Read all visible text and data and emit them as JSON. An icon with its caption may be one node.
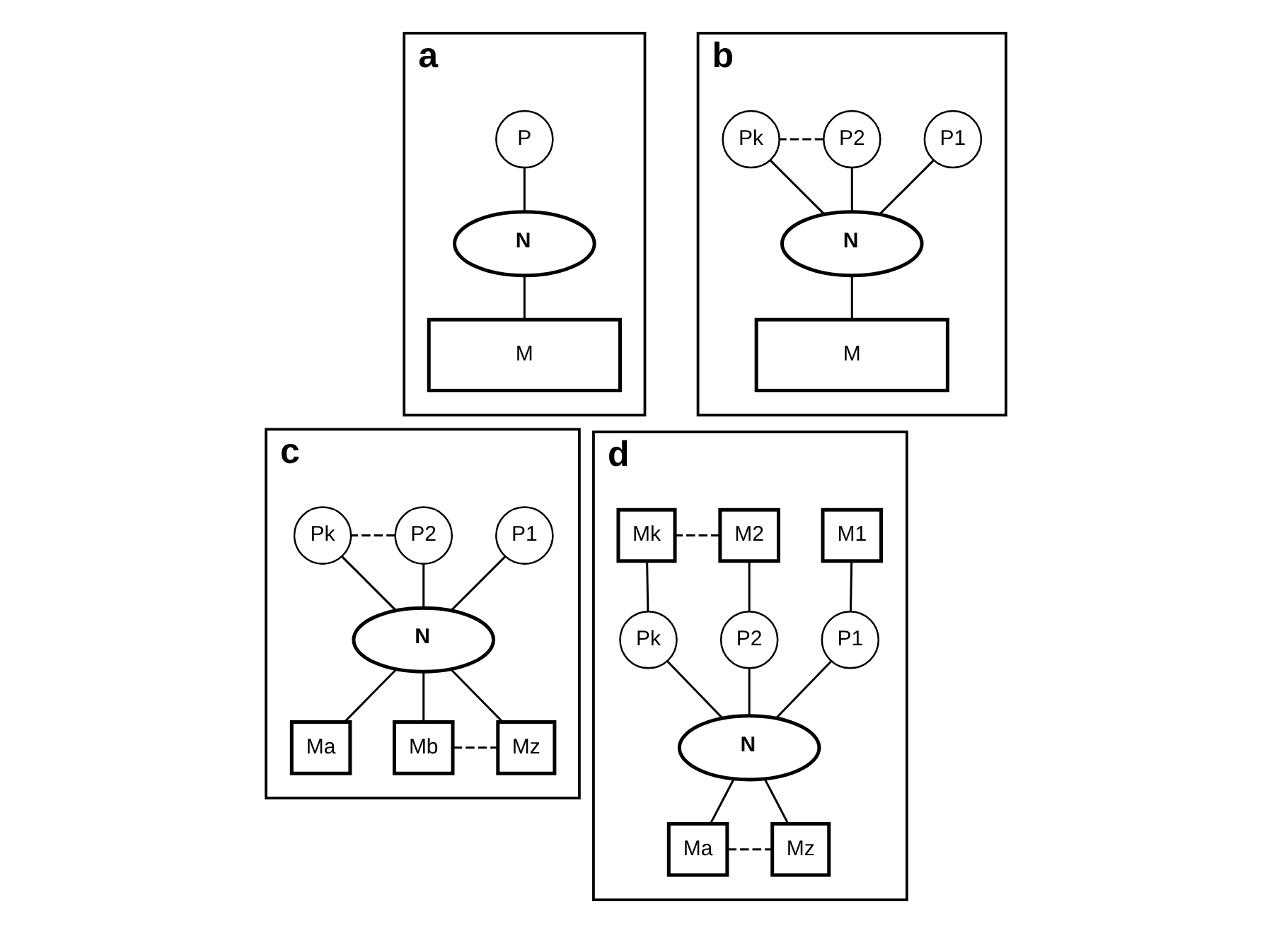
{
  "diagram": {
    "nodes": [
      {
        "text": [
          "a"
        ]
      },
      {
        "text": [
          "P"
        ],
        "in": 0
      },
      {
        "text": [
          "N"
        ],
        "in": 0
      },
      {
        "text": [
          "M"
        ],
        "in": 0
      },
      {
        "text": [
          "b"
        ]
      },
      {
        "text": [
          "P1"
        ],
        "in": 4
      },
      {
        "text": [
          "P2"
        ],
        "in": 4
      },
      {
        "text": [
          "Pk"
        ],
        "in": 4
      },
      {
        "text": [
          "N"
        ],
        "in": 4
      },
      {
        "text": [
          "M"
        ],
        "in": 4
      },
      {
        "text": [
          "c"
        ]
      },
      {
        "text": [
          "P1"
        ],
        "in": 10
      },
      {
        "text": [
          "P2"
        ],
        "in": 10
      },
      {
        "text": [
          "Pk"
        ],
        "in": 10
      },
      {
        "text": [
          "N"
        ],
        "in": 10
      },
      {
        "text": [
          "Ma"
        ],
        "in": 10
      },
      {
        "text": [
          "Mb"
        ],
        "in": 10
      },
      {
        "text": [
          "Mz"
        ],
        "in": 10
      },
      {
        "text": [
          "d"
        ]
      },
      {
        "text": [
          "M1"
        ],
        "in": 18
      },
      {
        "text": [
          "M2"
        ],
        "in": 18
      },
      {
        "text": [
          "Mk"
        ],
        "in": 18
      },
      {
        "text": [
          "P1"
        ],
        "in": 18
      },
      {
        "text": [
          "P2"
        ],
        "in": 18
      },
      {
        "text": [
          "Pk"
        ],
        "in": 18
      },
      {
        "text": [
          "N"
        ],
        "in": 18
      },
      {
        "text": [
          "Ma"
        ],
        "in": 18
      },
      {
        "text": [
          "Mz"
        ],
        "in": 18
      }
    ],
    "edges": [
      {
        "from": 1,
        "to": 2,
        "arrow": "none"
      },
      {
        "from": 2,
        "to": 3,
        "arrow": "none"
      },
      {
        "from": 5,
        "to": 8,
        "arrow": "none"
      },
      {
        "from": 6,
        "to": 8,
        "arrow": "none"
      },
      {
        "from": 7,
        "to": 8,
        "arrow": "none"
      },
      {
        "from": 6,
        "to": 7,
        "arrow": "none",
        "style": "dashed"
      },
      {
        "from": 8,
        "to": 9,
        "arrow": "none"
      },
      {
        "from": 11,
        "to": 14,
        "arrow": "none"
      },
      {
        "from": 12,
        "to": 14,
        "arrow": "none"
      },
      {
        "from": 13,
        "to": 14,
        "arrow": "none"
      },
      {
        "from": 12,
        "to": 13,
        "arrow": "none",
        "style": "dashed"
      },
      {
        "from": 14,
        "to": 15,
        "arrow": "none"
      },
      {
        "from": 14,
        "to": 16,
        "arrow": "none"
      },
      {
        "from": 14,
        "to": 17,
        "arrow": "none"
      },
      {
        "from": 16,
        "to": 17,
        "arrow": "none",
        "style": "dashed"
      },
      {
        "from": 19,
        "to": 22,
        "arrow": "none"
      },
      {
        "from": 20,
        "to": 23,
        "arrow": "none"
      },
      {
        "from": 20,
        "to": 21,
        "arrow": "none",
        "style": "dashed"
      },
      {
        "from": 21,
        "to": 24,
        "arrow": "none"
      },
      {
        "from": 22,
        "to": 25,
        "arrow": "none"
      },
      {
        "from": 23,
        "to": 25,
        "arrow": "none"
      },
      {
        "from": 24,
        "to": 25,
        "arrow": "none"
      },
      {
        "from": 25,
        "to": 26,
        "arrow": "none"
      },
      {
        "from": 25,
        "to": 27,
        "arrow": "none"
      },
      {
        "from": 26,
        "to": 27,
        "arrow": "none",
        "style": "dashed"
      }
    ]
  }
}
